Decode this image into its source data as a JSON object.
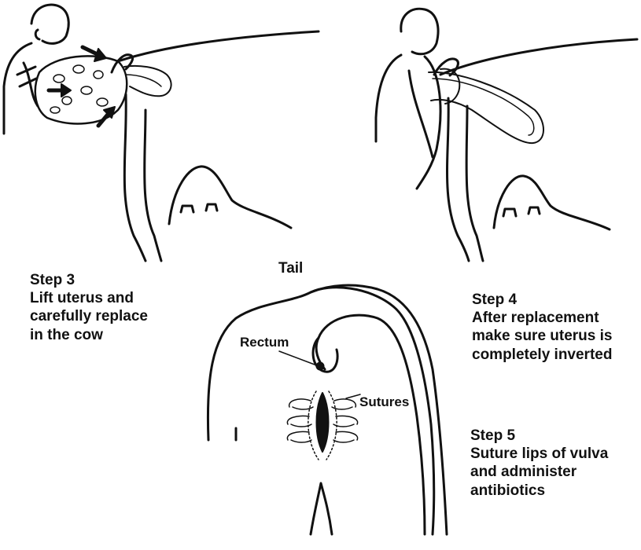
{
  "labels": {
    "tail": "Tail",
    "rectum": "Rectum",
    "sutures": "Sutures"
  },
  "steps": [
    {
      "title": "Step 3",
      "lines": [
        "Lift uterus and",
        "carefully replace",
        "in the cow"
      ]
    },
    {
      "title": "Step 4",
      "lines": [
        "After replacement",
        "make sure uterus is",
        "completely inverted"
      ]
    },
    {
      "title": "Step 5",
      "lines": [
        "Suture lips of vulva",
        "and administer",
        "antibiotics"
      ]
    }
  ],
  "colors": {
    "ink": "#111111",
    "background": "#ffffff"
  }
}
